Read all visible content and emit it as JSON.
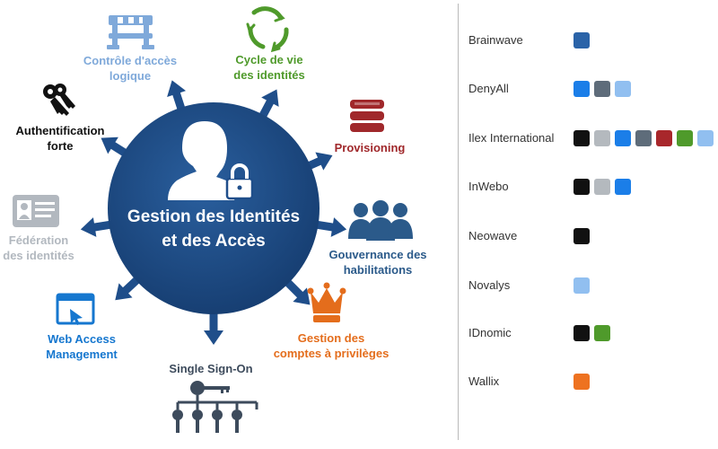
{
  "diagram": {
    "center": {
      "line1": "Gestion des Identités",
      "line2": "et des Accès"
    },
    "labels": {
      "controle": {
        "line1": "Contrôle d'accès",
        "line2": "logique"
      },
      "cycle": {
        "line1": "Cycle de vie",
        "line2": "des identités"
      },
      "provisioning": {
        "line1": "Provisioning"
      },
      "gouvernance": {
        "line1": "Gouvernance des",
        "line2": "habilitations"
      },
      "privileges": {
        "line1": "Gestion des",
        "line2": "comptes à privilèges"
      },
      "sso": {
        "line1": "Single Sign-On"
      },
      "wam": {
        "line1": "Web Access",
        "line2": "Management"
      },
      "federation": {
        "line1": "Fédération",
        "line2": "des identités"
      },
      "authentification": {
        "line1": "Authentification",
        "line2": "forte"
      }
    },
    "colors": {
      "circle": "#1f4e8a",
      "controle": "#7fa9da",
      "cycle": "#4f9a2b",
      "provisioning": "#a0282b",
      "gouvernance": "#2b5a8a",
      "privileges": "#e46d1c",
      "sso": "#3d4b5c",
      "wam": "#1677cf",
      "federation": "#b2b8bf",
      "authentification": "#111111"
    },
    "icons": [
      "barrier-icon",
      "cycle-arrows-icon",
      "database-icon",
      "people-group-icon",
      "crown-icon",
      "keys-tree-icon",
      "browser-cursor-icon",
      "id-card-icon",
      "keys-icon",
      "user-lock-icon"
    ]
  },
  "legend": {
    "rows": [
      {
        "name": "Brainwave",
        "swatches": [
          "#2a63a8"
        ]
      },
      {
        "name": "DenyAll",
        "swatches": [
          "#1b7ee8",
          "#5e6c7a",
          "#91bff0"
        ]
      },
      {
        "name": "Ilex International",
        "swatches": [
          "#111111",
          "#b4b9be",
          "#1b7ee8",
          "#5e6c7a",
          "#a8272b",
          "#4f9a2b",
          "#91bff0"
        ]
      },
      {
        "name": "InWebo",
        "swatches": [
          "#111111",
          "#b4b9be",
          "#1b7ee8"
        ]
      },
      {
        "name": "Neowave",
        "swatches": [
          "#111111"
        ]
      },
      {
        "name": "Novalys",
        "swatches": [
          "#91bff0"
        ]
      },
      {
        "name": "IDnomic",
        "swatches": [
          "#111111",
          "#4f9a2b"
        ]
      },
      {
        "name": "Wallix",
        "swatches": [
          "#ee7220"
        ]
      }
    ]
  }
}
